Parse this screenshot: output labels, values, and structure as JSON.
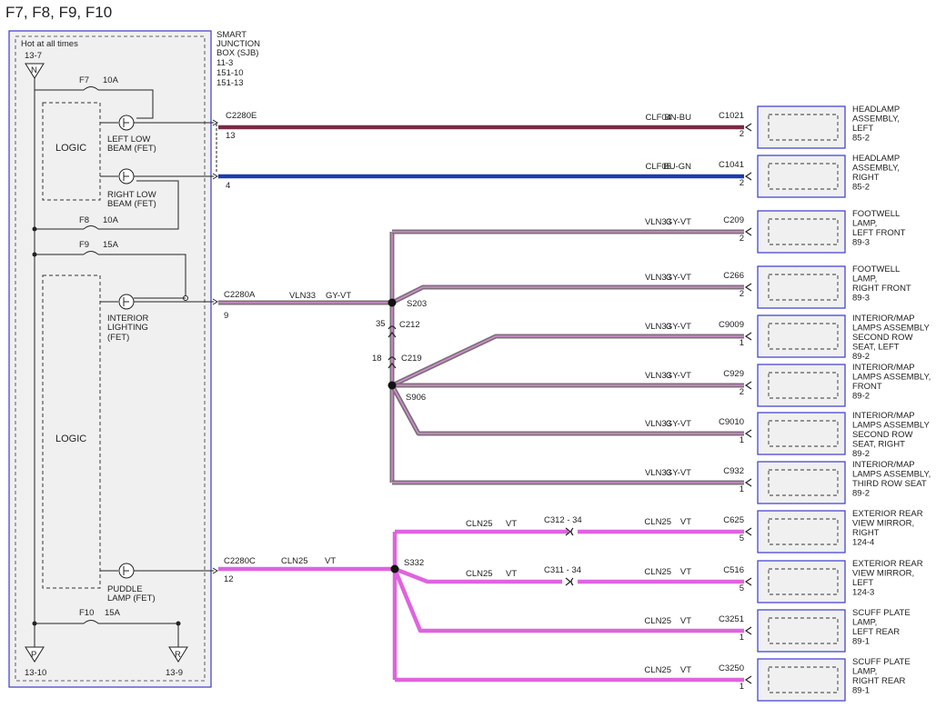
{
  "title": "F7, F8, F9, F10",
  "sjb": {
    "hot_label": "Hot at all times",
    "ref_top": "13-7",
    "bus_n": "N",
    "bus_p": "P",
    "bus_r": "R",
    "ref_bl": "13-10",
    "ref_br": "13-9",
    "name_lines": [
      "SMART",
      "JUNCTION",
      "BOX (SJB)",
      "11-3",
      "151-10",
      "151-13"
    ],
    "logic_label": "LOGIC",
    "fuses": [
      {
        "id": "F7",
        "rating": "10A"
      },
      {
        "id": "F8",
        "rating": "10A"
      },
      {
        "id": "F9",
        "rating": "15A"
      },
      {
        "id": "F10",
        "rating": "15A"
      }
    ],
    "fets": [
      {
        "lines": [
          "LEFT LOW",
          "BEAM (FET)"
        ]
      },
      {
        "lines": [
          "RIGHT LOW",
          "BEAM (FET)"
        ]
      },
      {
        "lines": [
          "INTERIOR",
          "LIGHTING",
          "(FET)"
        ]
      },
      {
        "lines": [
          "PUDDLE",
          "LAMP (FET)"
        ]
      }
    ],
    "connectors": [
      {
        "name": "C2280E",
        "pin": "13"
      },
      {
        "name": "C2280E_cont",
        "pin": "4"
      },
      {
        "name": "C2280A",
        "pin": "9"
      },
      {
        "name": "C2280C",
        "pin": "12"
      }
    ]
  },
  "mid_labels": {
    "c2280a_wire": "VLN33",
    "c2280a_color": "GY-VT",
    "c2280c_wire": "CLN25",
    "c2280c_color": "VT",
    "s203": "S203",
    "s906": "S906",
    "s332": "S332",
    "c212": "C212",
    "c212_pin": "35",
    "c219": "C219",
    "c219_pin": "18"
  },
  "circuits": [
    {
      "circuit": "CLF04",
      "color": "BN-BU",
      "connector": "C1021",
      "pin": "2",
      "component": [
        "HEADLAMP",
        "ASSEMBLY,",
        "LEFT",
        "85-2"
      ]
    },
    {
      "circuit": "CLF05",
      "color": "BU-GN",
      "connector": "C1041",
      "pin": "2",
      "component": [
        "HEADLAMP",
        "ASSEMBLY,",
        "RIGHT",
        "85-2"
      ]
    },
    {
      "circuit": "VLN33",
      "color": "GY-VT",
      "connector": "C209",
      "pin": "2",
      "component": [
        "FOOTWELL",
        "LAMP,",
        "LEFT FRONT",
        "89-3"
      ]
    },
    {
      "circuit": "VLN33",
      "color": "GY-VT",
      "connector": "C266",
      "pin": "2",
      "component": [
        "FOOTWELL",
        "LAMP,",
        "RIGHT FRONT",
        "89-3"
      ]
    },
    {
      "circuit": "VLN33",
      "color": "GY-VT",
      "connector": "C9009",
      "pin": "1",
      "component": [
        "INTERIOR/MAP",
        "LAMPS ASSEMBLY",
        "SECOND ROW",
        "SEAT, LEFT",
        "89-2"
      ]
    },
    {
      "circuit": "VLN33",
      "color": "GY-VT",
      "connector": "C929",
      "pin": "2",
      "component": [
        "INTERIOR/MAP",
        "LAMPS ASSEMBLY,",
        "FRONT",
        "89-2"
      ]
    },
    {
      "circuit": "VLN33",
      "color": "GY-VT",
      "connector": "C9010",
      "pin": "1",
      "component": [
        "INTERIOR/MAP",
        "LAMPS ASSEMBLY",
        "SECOND ROW",
        "SEAT, RIGHT",
        "89-2"
      ]
    },
    {
      "circuit": "VLN33",
      "color": "GY-VT",
      "connector": "C932",
      "pin": "1",
      "component": [
        "INTERIOR/MAP",
        "LAMPS ASSEMBLY,",
        "THIRD ROW SEAT",
        "89-2"
      ]
    },
    {
      "circuit": "CLN25",
      "color": "VT",
      "connector": "C625",
      "pin": "5",
      "inline": {
        "name": "C312 - 34",
        "circuit": "CLN25",
        "color": "VT"
      },
      "component": [
        "EXTERIOR REAR",
        "VIEW MIRROR,",
        "RIGHT",
        "124-4"
      ]
    },
    {
      "circuit": "CLN25",
      "color": "VT",
      "connector": "C516",
      "pin": "5",
      "inline": {
        "name": "C311 - 34",
        "circuit": "CLN25",
        "color": "VT"
      },
      "component": [
        "EXTERIOR REAR",
        "VIEW MIRROR,",
        "LEFT",
        "124-3"
      ]
    },
    {
      "circuit": "CLN25",
      "color": "VT",
      "connector": "C3251",
      "pin": "1",
      "component": [
        "SCUFF PLATE",
        "LAMP,",
        "LEFT REAR",
        "89-1"
      ]
    },
    {
      "circuit": "CLN25",
      "color": "VT",
      "connector": "C3250",
      "pin": "1",
      "component": [
        "SCUFF PLATE",
        "LAMP,",
        "RIGHT REAR",
        "89-1"
      ]
    }
  ],
  "wire_colors": {
    "bn_bu": "#7a2a45",
    "bu_gn": "#1e3ca8",
    "gy_vt": "#7d6f78",
    "gy_vt_stripe": "#cf8fd0",
    "vt": "#df63df",
    "border_blue": "#3a3ad0"
  }
}
